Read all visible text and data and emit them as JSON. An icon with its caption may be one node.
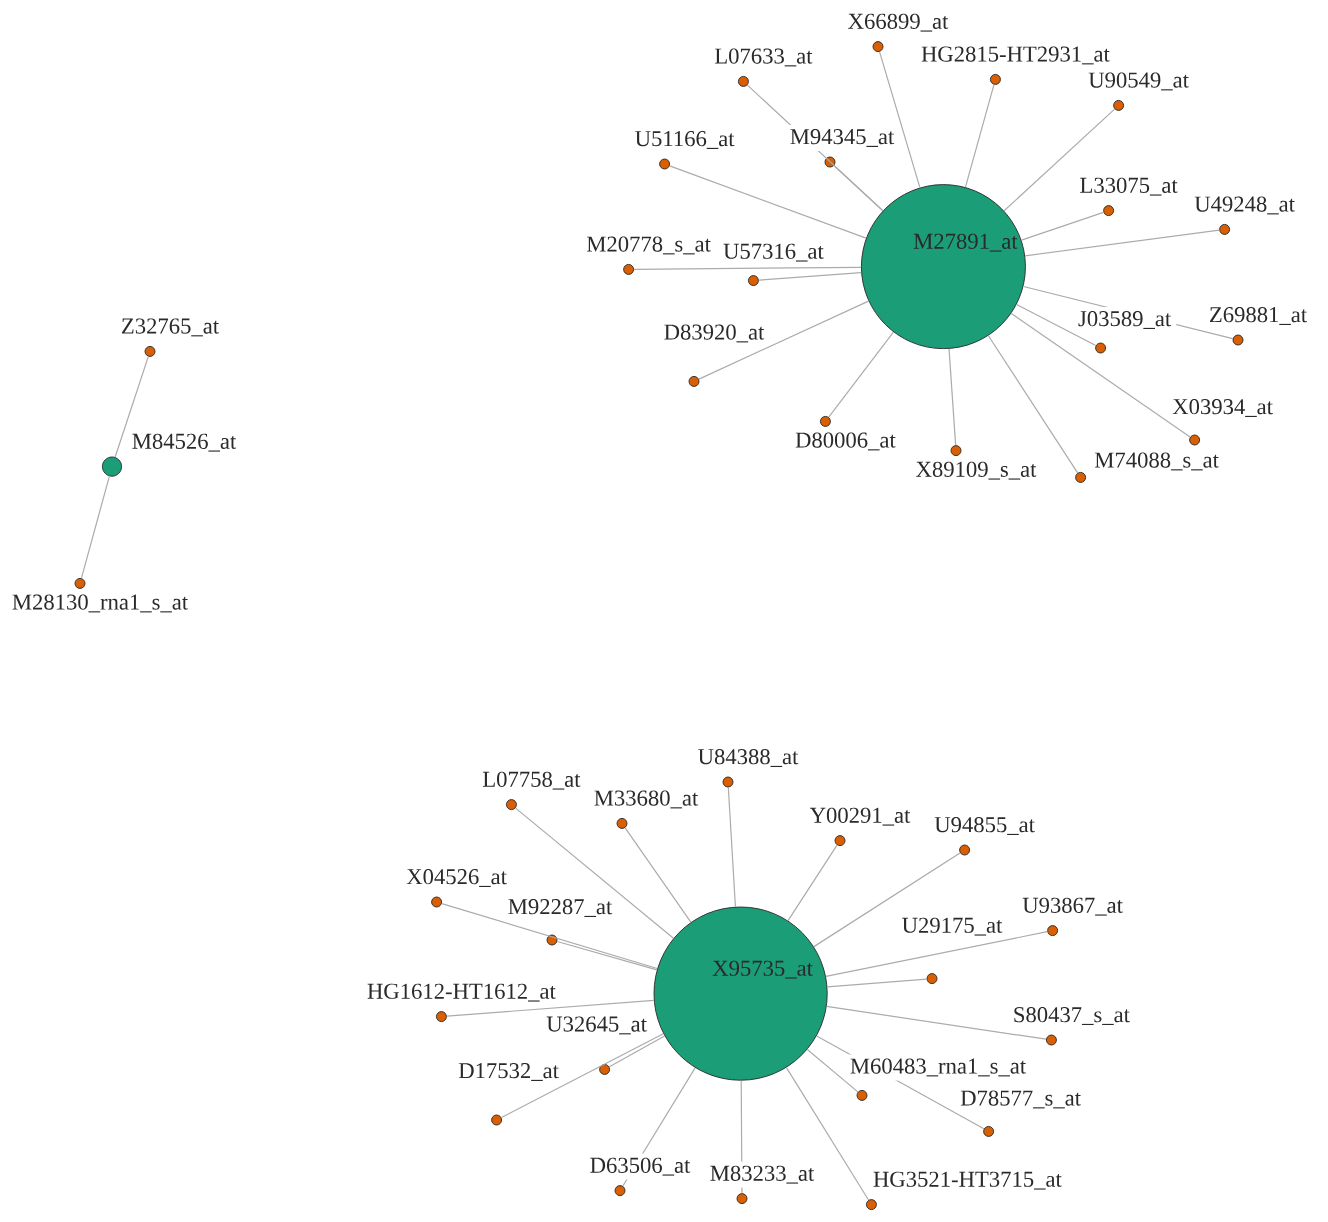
{
  "diagram": {
    "nodes": [
      {
        "text": [
          "M27891_at"
        ]
      },
      {
        "text": [
          "X66899_at"
        ]
      },
      {
        "text": [
          "HG2815-HT2931_at"
        ]
      },
      {
        "text": [
          "L07633_at"
        ]
      },
      {
        "text": [
          "U90549_at"
        ]
      },
      {
        "text": [
          "U51166_at"
        ]
      },
      {
        "text": [
          "M94345_at"
        ]
      },
      {
        "text": [
          "L33075_at"
        ]
      },
      {
        "text": [
          "U49248_at"
        ]
      },
      {
        "text": [
          "M20778_s_at"
        ]
      },
      {
        "text": [
          "U57316_at"
        ]
      },
      {
        "text": [
          "J03589_at"
        ]
      },
      {
        "text": [
          "Z69881_at"
        ]
      },
      {
        "text": [
          "D83920_at"
        ]
      },
      {
        "text": [
          "D80006_at"
        ]
      },
      {
        "text": [
          "X03934_at"
        ]
      },
      {
        "text": [
          "X89109_s_at"
        ]
      },
      {
        "text": [
          "M74088_s_at"
        ]
      },
      {
        "text": [
          "Z32765_at"
        ]
      },
      {
        "text": [
          "M84526_at"
        ]
      },
      {
        "text": [
          "M28130_rna1_s_at"
        ]
      },
      {
        "text": [
          "X95735_at"
        ]
      },
      {
        "text": [
          "U84388_at"
        ]
      },
      {
        "text": [
          "L07758_at"
        ]
      },
      {
        "text": [
          "M33680_at"
        ]
      },
      {
        "text": [
          "Y00291_at"
        ]
      },
      {
        "text": [
          "U94855_at"
        ]
      },
      {
        "text": [
          "X04526_at"
        ]
      },
      {
        "text": [
          "M92287_at"
        ]
      },
      {
        "text": [
          "U93867_at"
        ]
      },
      {
        "text": [
          "U29175_at"
        ]
      },
      {
        "text": [
          "HG1612-HT1612_at"
        ]
      },
      {
        "text": [
          "S80437_s_at"
        ]
      },
      {
        "text": [
          "U32645_at"
        ]
      },
      {
        "text": [
          "M60483_rna1_s_at"
        ]
      },
      {
        "text": [
          "D17532_at"
        ]
      },
      {
        "text": [
          "D78577_s_at"
        ]
      },
      {
        "text": [
          "D63506_at"
        ]
      },
      {
        "text": [
          "M83233_at"
        ]
      },
      {
        "text": [
          "HG3521-HT3715_at"
        ]
      }
    ],
    "edges": [
      {
        "from": 0,
        "to": 1,
        "arrow": "none"
      },
      {
        "from": 0,
        "to": 2,
        "arrow": "none"
      },
      {
        "from": 0,
        "to": 3,
        "arrow": "none"
      },
      {
        "from": 0,
        "to": 4,
        "arrow": "none"
      },
      {
        "from": 0,
        "to": 5,
        "arrow": "none"
      },
      {
        "from": 0,
        "to": 6,
        "arrow": "none"
      },
      {
        "from": 0,
        "to": 7,
        "arrow": "none"
      },
      {
        "from": 0,
        "to": 8,
        "arrow": "none"
      },
      {
        "from": 0,
        "to": 9,
        "arrow": "none"
      },
      {
        "from": 0,
        "to": 10,
        "arrow": "none"
      },
      {
        "from": 0,
        "to": 11,
        "arrow": "none"
      },
      {
        "from": 0,
        "to": 12,
        "arrow": "none"
      },
      {
        "from": 0,
        "to": 13,
        "arrow": "none"
      },
      {
        "from": 0,
        "to": 14,
        "arrow": "none"
      },
      {
        "from": 0,
        "to": 15,
        "arrow": "none"
      },
      {
        "from": 0,
        "to": 16,
        "arrow": "none"
      },
      {
        "from": 0,
        "to": 17,
        "arrow": "none"
      },
      {
        "from": 19,
        "to": 18,
        "arrow": "none"
      },
      {
        "from": 19,
        "to": 20,
        "arrow": "none"
      },
      {
        "from": 21,
        "to": 22,
        "arrow": "none"
      },
      {
        "from": 21,
        "to": 23,
        "arrow": "none"
      },
      {
        "from": 21,
        "to": 24,
        "arrow": "none"
      },
      {
        "from": 21,
        "to": 25,
        "arrow": "none"
      },
      {
        "from": 21,
        "to": 26,
        "arrow": "none"
      },
      {
        "from": 21,
        "to": 27,
        "arrow": "none"
      },
      {
        "from": 21,
        "to": 28,
        "arrow": "none"
      },
      {
        "from": 21,
        "to": 29,
        "arrow": "none"
      },
      {
        "from": 21,
        "to": 30,
        "arrow": "none"
      },
      {
        "from": 21,
        "to": 31,
        "arrow": "none"
      },
      {
        "from": 21,
        "to": 32,
        "arrow": "none"
      },
      {
        "from": 21,
        "to": 33,
        "arrow": "none"
      },
      {
        "from": 21,
        "to": 34,
        "arrow": "none"
      },
      {
        "from": 21,
        "to": 35,
        "arrow": "none"
      },
      {
        "from": 21,
        "to": 36,
        "arrow": "none"
      },
      {
        "from": 21,
        "to": 37,
        "arrow": "none"
      },
      {
        "from": 21,
        "to": 38,
        "arrow": "none"
      },
      {
        "from": 21,
        "to": 39,
        "arrow": "none"
      }
    ]
  }
}
